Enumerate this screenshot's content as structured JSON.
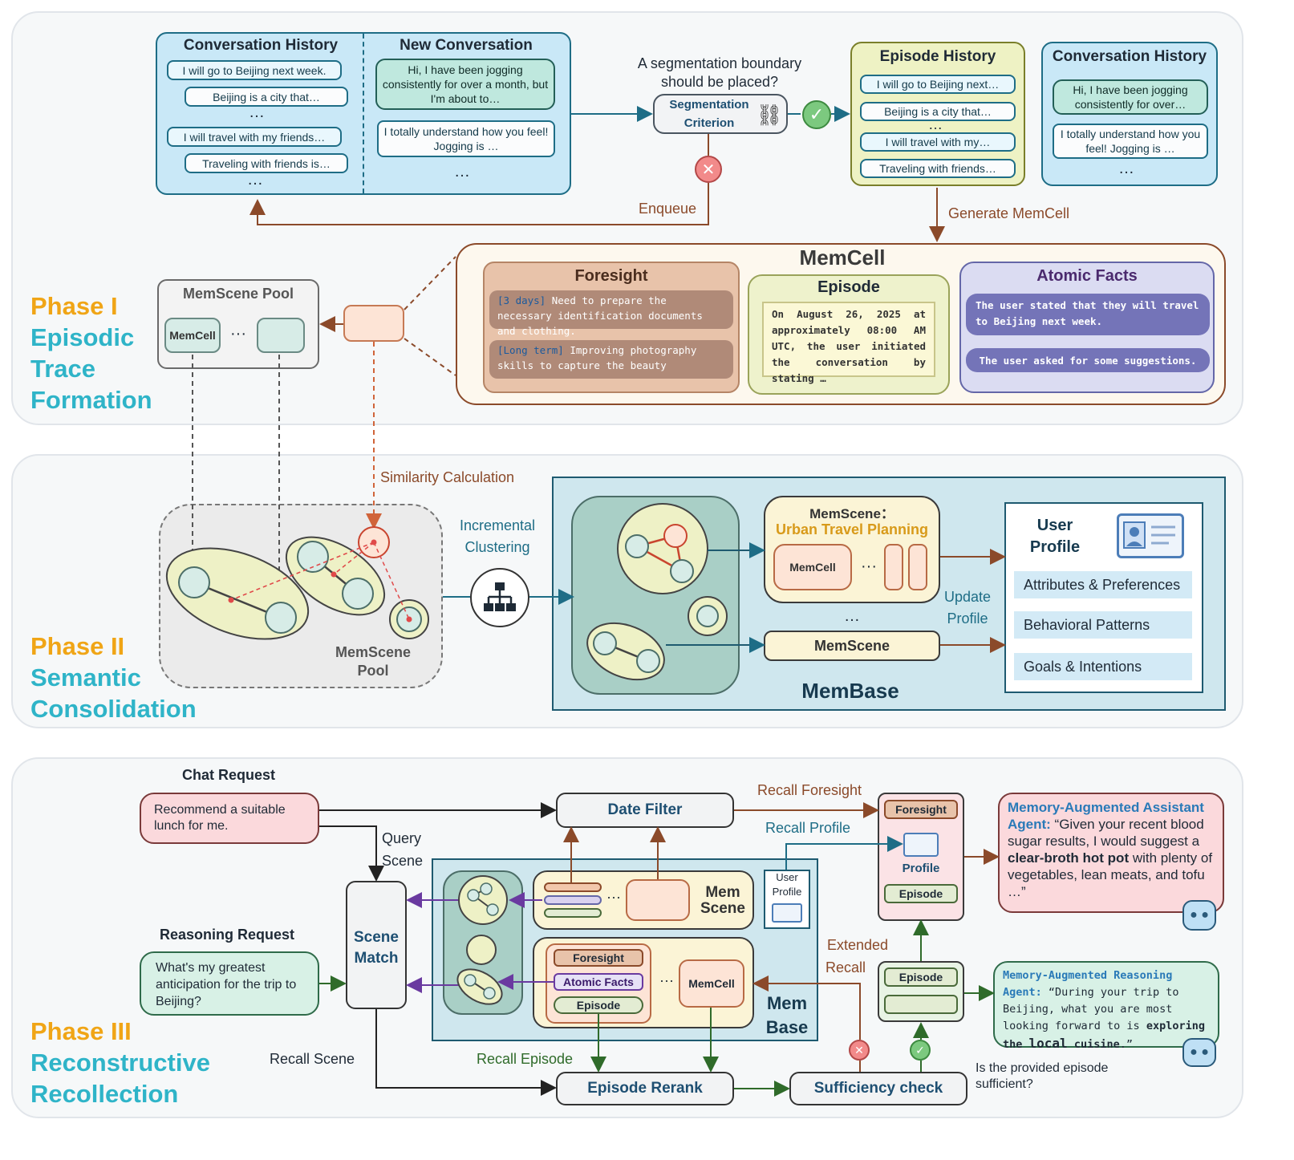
{
  "phase1": {
    "label_num": "Phase I",
    "label_l1": "Episodic",
    "label_l2": "Trace",
    "label_l3": "Formation",
    "conv_history_title": "Conversation History",
    "conv_history_items": [
      "I will go to Beijing next week.",
      "Beijing is a city that…",
      "I will travel with my friends…",
      "Traveling with friends is…"
    ],
    "new_conv_title": "New Conversation",
    "new_conv_user": "Hi, I have been jogging consistently for over a month, but I'm about to…",
    "new_conv_bot": "I totally understand how you feel! Jogging is …",
    "ellipsis": "…",
    "seg_question": "A segmentation boundary should be placed?",
    "seg_criterion_l1": "Segmentation",
    "seg_criterion_l2": "Criterion",
    "enqueue": "Enqueue",
    "episode_history_title": "Episode History",
    "episode_history_items": [
      "I will go to Beijing next…",
      "Beijing is a city that…",
      "I will travel with my…",
      "Traveling with friends…"
    ],
    "conv_history2_title": "Conversation History",
    "conv_history2_user": "Hi, I have been jogging consistently for over…",
    "conv_history2_bot": "I totally understand how you feel! Jogging is …",
    "generate_memcell": "Generate MemCell",
    "memcell_title": "MemCell",
    "foresight_title": "Foresight",
    "foresight_1_tag": "[3 days]",
    "foresight_1_text": " Need to prepare the necessary identification documents and clothing.",
    "foresight_2_tag": "[Long term]",
    "foresight_2_text": " Improving photography skills to capture the beauty",
    "episode_title": "Episode",
    "episode_text": "On August 26, 2025 at approximately 08:00 AM UTC, the user initiated the conversation by stating …",
    "atomic_title": "Atomic Facts",
    "atomic_1": "The user stated that they will travel to Beijing next week.",
    "atomic_2": "The user asked for some suggestions.",
    "memscene_pool_title": "MemScene Pool",
    "memcell_chip": "MemCell",
    "dots": "···"
  },
  "phase2": {
    "label_num": "Phase II",
    "label_l1": "Semantic",
    "label_l2": "Consolidation",
    "similarity": "Similarity Calculation",
    "incremental_l1": "Incremental",
    "incremental_l2": "Clustering",
    "pool_l1": "MemScene",
    "pool_l2": "Pool",
    "memscene_prefix": "MemScene：",
    "memscene_topic": "Urban Travel Planning",
    "memcell_chip": "MemCell",
    "memscene_bar": "MemScene",
    "membase": "MemBase",
    "update_l1": "Update",
    "update_l2": "Profile",
    "profile_l1": "User",
    "profile_l2": "Profile",
    "profile_items": [
      "Attributes & Preferences",
      "Behavioral Patterns",
      "Goals & Intentions"
    ],
    "dots": "···",
    "vdots": "…"
  },
  "phase3": {
    "label_num": "Phase III",
    "label_l1": "Reconstructive",
    "label_l2": "Recollection",
    "chat_request_title": "Chat Request",
    "chat_request_text": "Recommend a suitable lunch for me.",
    "query_l1": "Query",
    "query_l2": "Scene",
    "reasoning_title": "Reasoning Request",
    "reasoning_text": "What's my greatest anticipation for the trip to Beijing?",
    "scene_match_l1": "Scene",
    "scene_match_l2": "Match",
    "date_filter": "Date Filter",
    "recall_foresight": "Recall Foresight",
    "recall_profile": "Recall Profile",
    "mem_scene_l1": "Mem",
    "mem_scene_l2": "Scene",
    "user_profile_l1": "User",
    "user_profile_l2": "Profile",
    "foresight": "Foresight",
    "atomic_facts": "Atomic Facts",
    "episode": "Episode",
    "memcell": "MemCell",
    "mem_base_l1": "Mem",
    "mem_base_l2": "Base",
    "extended_l1": "Extended",
    "extended_l2": "Recall",
    "recall_scene": "Recall Scene",
    "recall_episode": "Recall Episode",
    "episode_rerank": "Episode Rerank",
    "sufficiency": "Sufficiency check",
    "sufficient_q": "Is the provided episode sufficient?",
    "foresight_card": "Foresight",
    "profile_card": "Profile",
    "episode_card": "Episode",
    "assistant_title": "Memory-Augmented Assistant",
    "assistant_agent": "Agent:",
    "assistant_quote_1": " “Given your recent blood sugar results, I would suggest a ",
    "assistant_bold": "clear-broth hot pot",
    "assistant_quote_2": " with plenty of vegetables, lean meats, and tofu …”",
    "reasoning_agent_title": "Memory-Augmented Reasoning",
    "reasoning_agent": "Agent:",
    "reasoning_quote_1": " “During your trip to Beijing, what you are most looking forward to is ",
    "reasoning_bold_1": "exploring the ",
    "reasoning_bold_2": "local",
    "reasoning_bold_3": " cuisine",
    "reasoning_quote_2": ".”",
    "dots": "···"
  },
  "colors": {
    "phase_num": "#f0a516",
    "phase_name": "#2fb4c8",
    "brown_arrow": "#8b4a2a",
    "teal_arrow": "#1e6d86",
    "green_arrow": "#2f6b2a",
    "purple_arrow": "#6a3aa0"
  }
}
